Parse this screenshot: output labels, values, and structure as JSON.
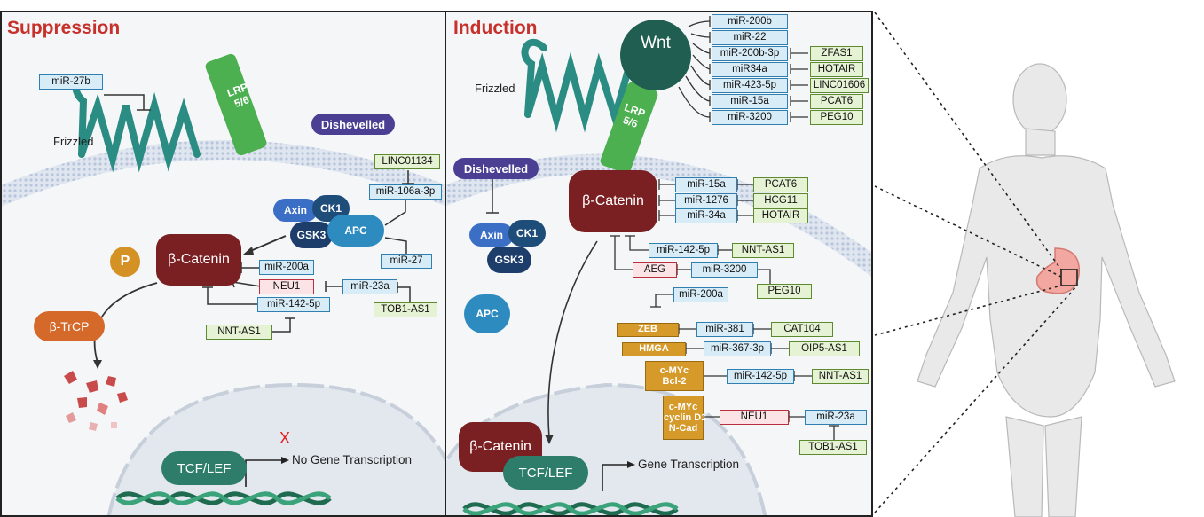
{
  "titles": {
    "left": "Suppression",
    "right": "Induction"
  },
  "left": {
    "frizzled": "Frizzled",
    "lrp": "LRP\n5/6",
    "dishevelled": "Dishevelled",
    "axin": "Axin",
    "ck1": "CK1",
    "gsk3": "GSK3",
    "apc": "APC",
    "beta_catenin": "β-Catenin",
    "p": "P",
    "btrcp": "β-TrCP",
    "tcf": "TCF/LEF",
    "x_mark": "X",
    "no_transcription": "No Gene Transcription",
    "boxes": {
      "mir27b": "miR-27b",
      "linc01134": "LINC01134",
      "mir106a": "miR-106a-3p",
      "mir27": "miR-27",
      "mir200a": "miR-200a",
      "neu1": "NEU1",
      "mir23a": "miR-23a",
      "mir142": "miR-142-5p",
      "tob1": "TOB1-AS1",
      "nnt": "NNT-AS1"
    }
  },
  "right": {
    "wnt": "Wnt",
    "frizzled": "Frizzled",
    "lrp": "LRP\n5/6",
    "dishevelled": "Dishevelled",
    "axin": "Axin",
    "ck1": "CK1",
    "gsk3": "GSK3",
    "apc": "APC",
    "beta_catenin": "β-Catenin",
    "beta_catenin_nuc": "β-Catenin",
    "tcf": "TCF/LEF",
    "transcription": "Gene Transcription",
    "wnt_mirs": [
      "miR-200b",
      "miR-22",
      "miR-200b-3p",
      "miR34a",
      "miR-423-5p",
      "miR-15a",
      "miR-3200"
    ],
    "wnt_lncs": [
      "ZFAS1",
      "HOTAIR",
      "LINC01606",
      "PCAT6",
      "PEG10"
    ],
    "cat_mirs": [
      "miR-15a",
      "miR-1276",
      "miR-34a"
    ],
    "cat_lncs": [
      "PCAT6",
      "HCG11",
      "HOTAIR"
    ],
    "mir142": "miR-142-5p",
    "nnt1": "NNT-AS1",
    "aeg": "AEG",
    "mir3200": "miR-3200",
    "peg10": "PEG10",
    "mir200a": "miR-200a",
    "zeb": "ZEB",
    "mir381": "miR-381",
    "cat104": "CAT104",
    "hmga": "HMGA",
    "mir367": "miR-367-3p",
    "oip5": "OIP5-AS1",
    "myc_bcl": "c-MYc\nBcl-2",
    "mir142b": "miR-142-5p",
    "nnt2": "NNT-AS1",
    "myc_cyclin": "c-MYc\ncyclin D1\nN-Cad",
    "neu1": "NEU1",
    "mir23a": "miR-23a",
    "tob1": "TOB1-AS1"
  },
  "colors": {
    "title_red": "#c8312b",
    "receptor_teal": "#2a8c82",
    "lrp_green": "#4caf50",
    "catenin_maroon": "#7a1f22",
    "tcf_teal": "#2e7d6b",
    "mirna_fill": "#d8ecf7",
    "lncrna_fill": "#e6f2d4",
    "gold_target": "#d59a2a"
  },
  "icons": [
    "human-body-icon",
    "stomach-icon",
    "dna-helix-icon",
    "receptor-icon"
  ]
}
